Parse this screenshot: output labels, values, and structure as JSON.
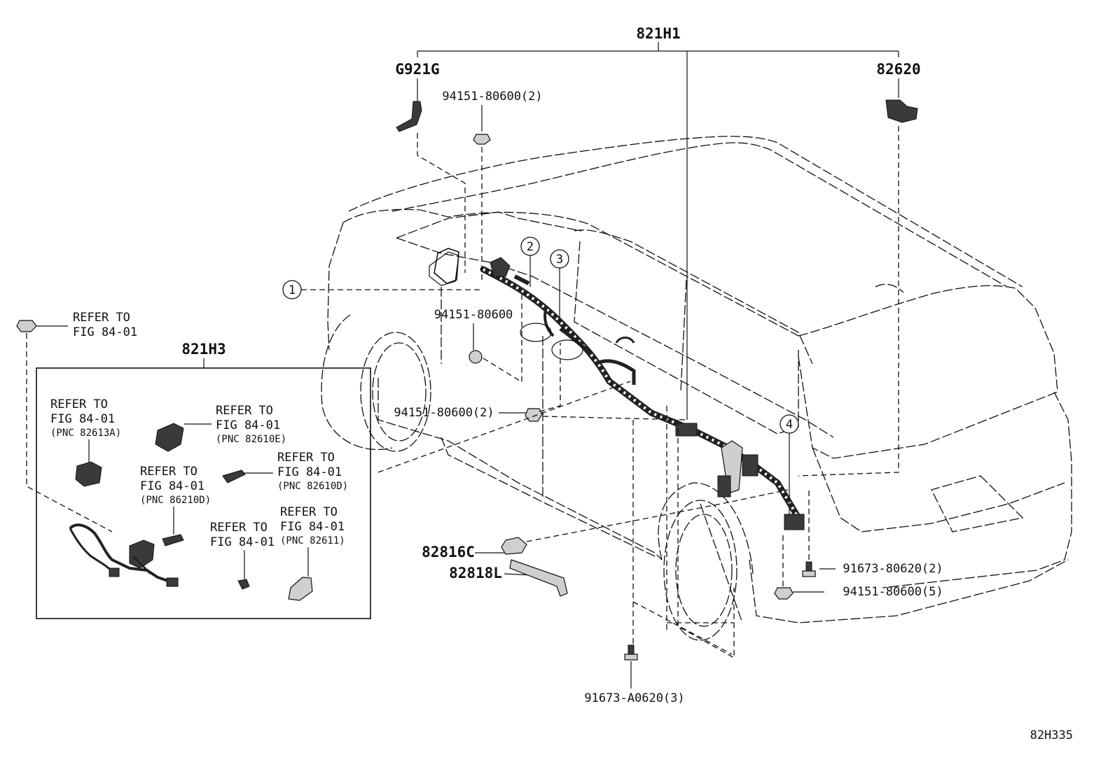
{
  "diagram_code": "82H335",
  "assemblies": {
    "main": "821H1",
    "sub": "821H3"
  },
  "parts": {
    "g921g": "G921G",
    "p82620": "82620",
    "nut_top": "94151-80600(2)",
    "nut_mid": "94151-80600",
    "nut_lower": "94151-80600(2)",
    "p82816c": "82816C",
    "p82818l": "82818L",
    "bolt_right": "91673-80620(2)",
    "nut_right": "94151-80600(5)",
    "bolt_bottom": "91673-A0620(3)"
  },
  "callouts": [
    "1",
    "2",
    "3",
    "4"
  ],
  "refs": {
    "top_left": {
      "line1": "REFER TO",
      "line2": "FIG 84-01"
    },
    "a": {
      "line1": "REFER TO",
      "line2": "FIG 84-01",
      "pnc": "(PNC 82613A)"
    },
    "b": {
      "line1": "REFER TO",
      "line2": "FIG 84-01",
      "pnc": "(PNC 82610E)"
    },
    "c": {
      "line1": "REFER TO",
      "line2": "FIG 84-01",
      "pnc": "(PNC 82610D)"
    },
    "d": {
      "line1": "REFER TO",
      "line2": "FIG 84-01",
      "pnc": "(PNC 86210D)"
    },
    "e": {
      "line1": "REFER TO",
      "line2": "FIG 84-01"
    },
    "f": {
      "line1": "REFER TO",
      "line2": "FIG 84-01",
      "pnc": "(PNC 82611)"
    }
  }
}
